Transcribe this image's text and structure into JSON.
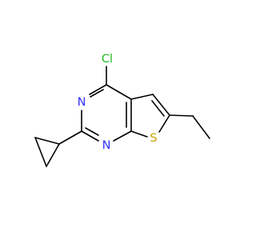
{
  "molecule": {
    "atoms": {
      "cl": {
        "symbol": "Cl"
      },
      "n1": {
        "symbol": "N"
      },
      "n3": {
        "symbol": "N"
      },
      "s": {
        "symbol": "S"
      }
    }
  },
  "colors": {
    "bond": "#000000",
    "carbon": "#000000",
    "nitrogen": "#3333ff",
    "sulfur": "#c8a300",
    "chlorine": "#22bb22",
    "background": "#ffffff"
  }
}
